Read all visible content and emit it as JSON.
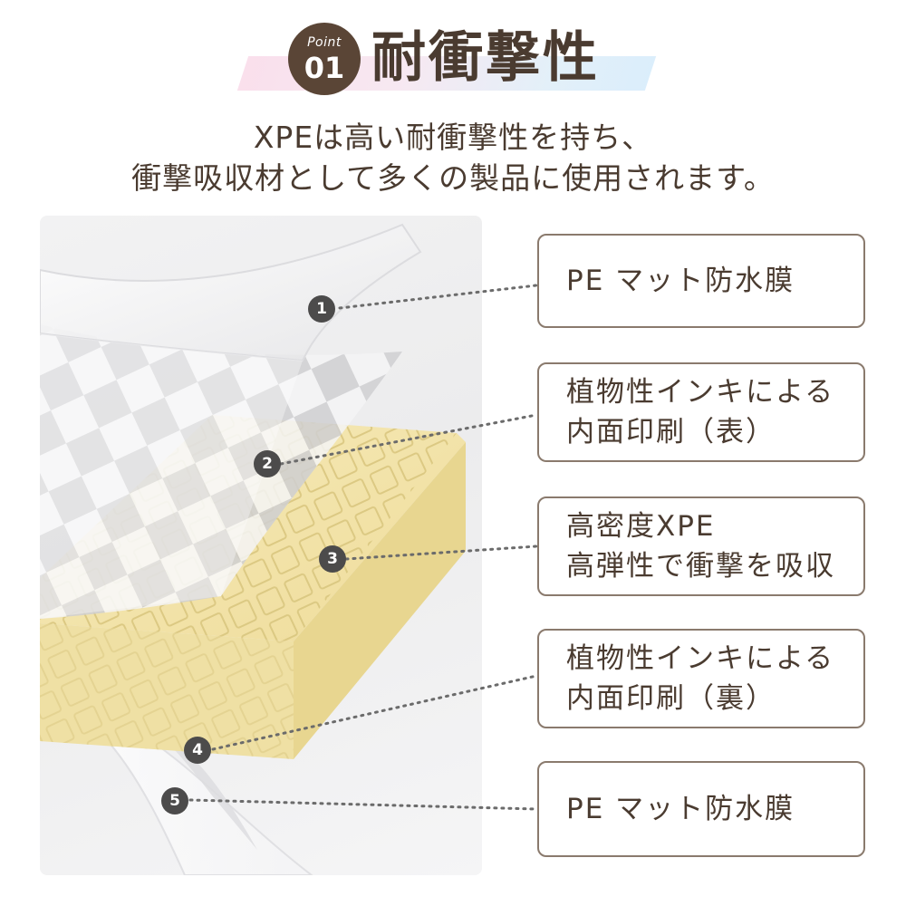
{
  "header": {
    "badge_word": "Point",
    "badge_number": "01",
    "title": "耐衝撃性"
  },
  "subtitle": {
    "line1": "XPEは高い耐衝撃性を持ち、",
    "line2": "衝撃吸収材として多くの製品に使用されます。"
  },
  "layers": [
    {
      "marker": "1",
      "lines": [
        "PE マット防水膜"
      ]
    },
    {
      "marker": "2",
      "lines": [
        "植物性インキによる",
        "内面印刷（表）"
      ]
    },
    {
      "marker": "3",
      "lines": [
        "高密度XPE",
        "高弾性で衝撃を吸収"
      ]
    },
    {
      "marker": "4",
      "lines": [
        "植物性インキによる",
        "内面印刷（裏）"
      ]
    },
    {
      "marker": "5",
      "lines": [
        "PE マット防水膜"
      ]
    }
  ],
  "colors": {
    "text": "#4a3b30",
    "badge": "#5a4536",
    "marker": "#4c4b4b",
    "box_border": "#8a7a6d",
    "foam": "#f3e5ac"
  }
}
